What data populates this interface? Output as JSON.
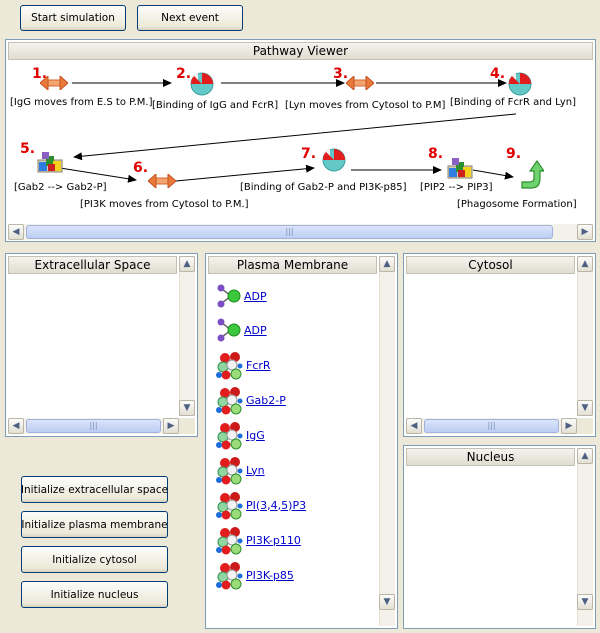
{
  "toolbar": {
    "start_label": "Start simulation",
    "next_label": "Next event"
  },
  "pathway": {
    "title": "Pathway Viewer",
    "steps": [
      {
        "num": "1.",
        "label": "[IgG moves from E.S to P.M.]",
        "icon": "double-arrow-icon"
      },
      {
        "num": "2.",
        "label": "[Binding of IgG and FcrR]",
        "icon": "binding-pie-icon"
      },
      {
        "num": "3.",
        "label": "[Lyn moves from Cytosol to P.M]",
        "icon": "double-arrow-icon"
      },
      {
        "num": "4.",
        "label": "[Binding of FcrR and Lyn]",
        "icon": "binding-pie-icon"
      },
      {
        "num": "5.",
        "label": "[Gab2 --> Gab2-P]",
        "icon": "conversion-blocks-icon"
      },
      {
        "num": "6.",
        "label": "[PI3K moves from Cytosol to P.M.]",
        "icon": "double-arrow-icon"
      },
      {
        "num": "7.",
        "label": "[Binding of Gab2-P and PI3K-p85]",
        "icon": "binding-pie-icon"
      },
      {
        "num": "8.",
        "label": "[PIP2 --> PIP3]",
        "icon": "conversion-blocks-icon"
      },
      {
        "num": "9.",
        "label": "[Phagosome Formation]",
        "icon": "green-up-arrow-icon"
      }
    ]
  },
  "panels": {
    "extracellular": {
      "title": "Extracellular Space"
    },
    "membrane": {
      "title": "Plasma Membrane",
      "molecules": [
        {
          "name": "ADP",
          "icon": "small-molecule-icon"
        },
        {
          "name": "ADP",
          "icon": "small-molecule-icon"
        },
        {
          "name": "FcrR",
          "icon": "protein-icon"
        },
        {
          "name": "Gab2-P",
          "icon": "protein-icon"
        },
        {
          "name": "IgG",
          "icon": "protein-icon"
        },
        {
          "name": "Lyn",
          "icon": "protein-icon"
        },
        {
          "name": "PI(3,4,5)P3",
          "icon": "protein-icon"
        },
        {
          "name": "PI3K-p110",
          "icon": "protein-icon"
        },
        {
          "name": "PI3K-p85",
          "icon": "protein-icon"
        }
      ]
    },
    "cytosol": {
      "title": "Cytosol"
    },
    "nucleus": {
      "title": "Nucleus"
    }
  },
  "init_buttons": {
    "extracellular": "Initialize extracellular space",
    "membrane": "Initialize plasma membrane",
    "cytosol": "Initialize cytosol",
    "nucleus": "Initialize nucleus"
  },
  "colors": {
    "step_number": "#e00000",
    "link": "#0000cc",
    "window_bg": "#ece9d8",
    "panel_border": "#7f9db9"
  }
}
